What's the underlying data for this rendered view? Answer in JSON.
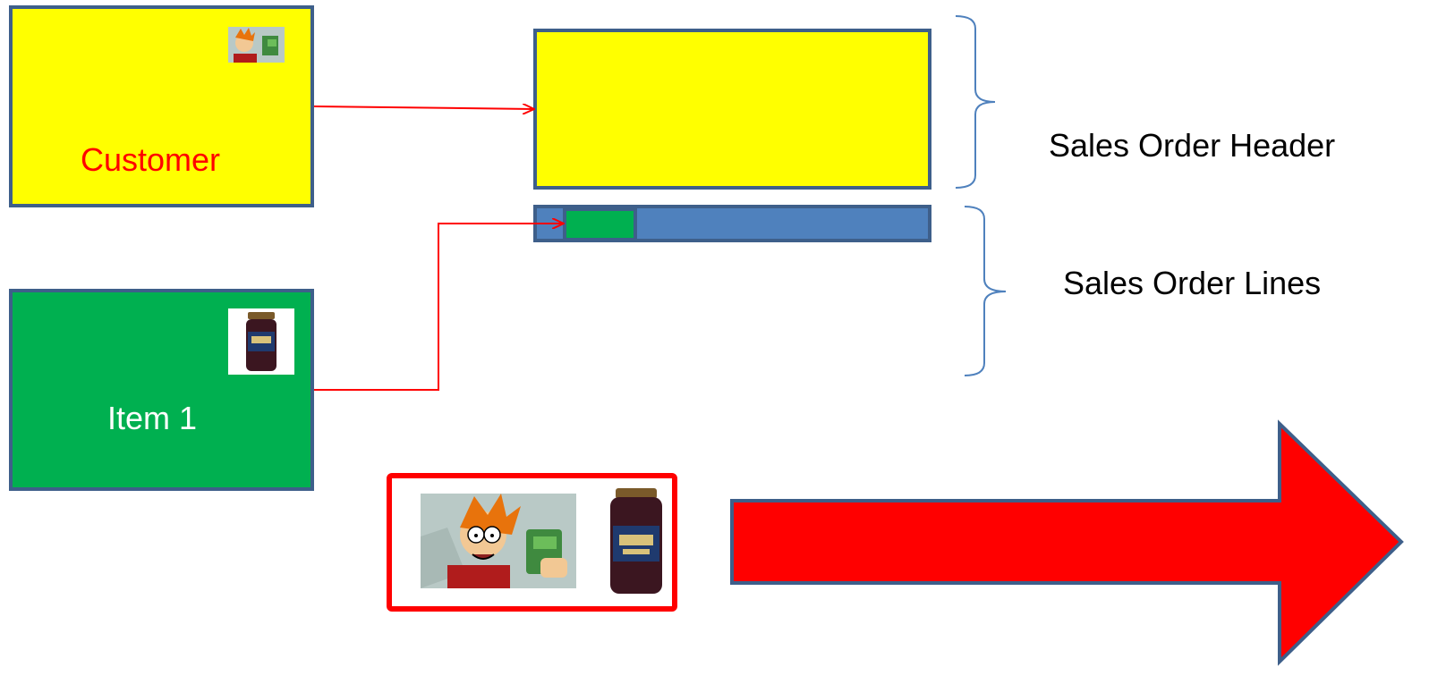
{
  "customer": {
    "label": "Customer",
    "fill": "#ffff00",
    "label_color": "#ff0000",
    "icon": "fry-money-icon"
  },
  "item": {
    "label": "Item 1",
    "fill": "#00b050",
    "label_color": "#ffffff",
    "icon": "olive-jar-icon"
  },
  "sales_order_header": {
    "label": "Sales Order Header",
    "fill": "#ffff00"
  },
  "sales_order_lines": {
    "label": "Sales Order Lines",
    "fill": "#4f81bd",
    "line_fill": "#00b050"
  },
  "connector_color": "#ff0000",
  "brace_color": "#4f81bd",
  "arrow": {
    "fill": "#ff0000"
  },
  "result_box": {
    "border": "#ff0000",
    "icons": [
      "fry-money-icon",
      "olive-jar-icon"
    ]
  }
}
